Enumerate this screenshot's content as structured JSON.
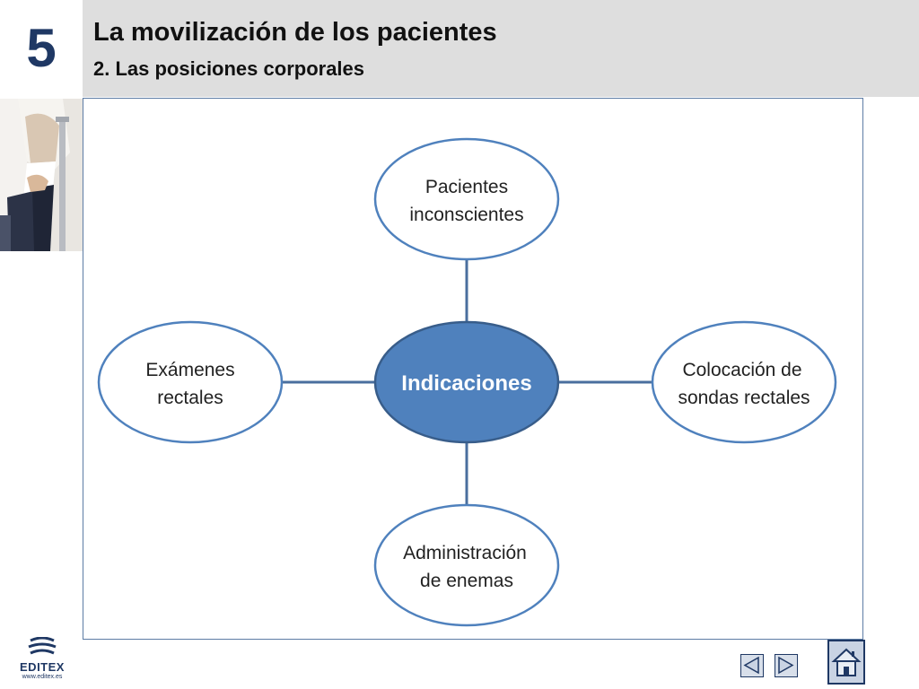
{
  "header": {
    "chapter_number": "5",
    "title": "La movilización de los pacientes",
    "subtitle": "2. Las posiciones corporales"
  },
  "diagram": {
    "center": "Indicaciones",
    "nodes": {
      "top": [
        "Pacientes",
        "inconscientes"
      ],
      "left": [
        "Exámenes",
        "rectales"
      ],
      "right": [
        "Colocación de",
        "sondas rectales"
      ],
      "bottom": [
        "Administración",
        "de enemas"
      ]
    },
    "colors": {
      "center_fill": "#4f81bd",
      "center_stroke": "#385d8a",
      "node_stroke": "#4f81bd",
      "connector": "#4a6f9e"
    }
  },
  "footer": {
    "logo_text": "EDITEX",
    "logo_url": "www.editex.es",
    "prev_icon": "triangle-left-icon",
    "next_icon": "triangle-right-icon",
    "home_icon": "home-icon"
  }
}
